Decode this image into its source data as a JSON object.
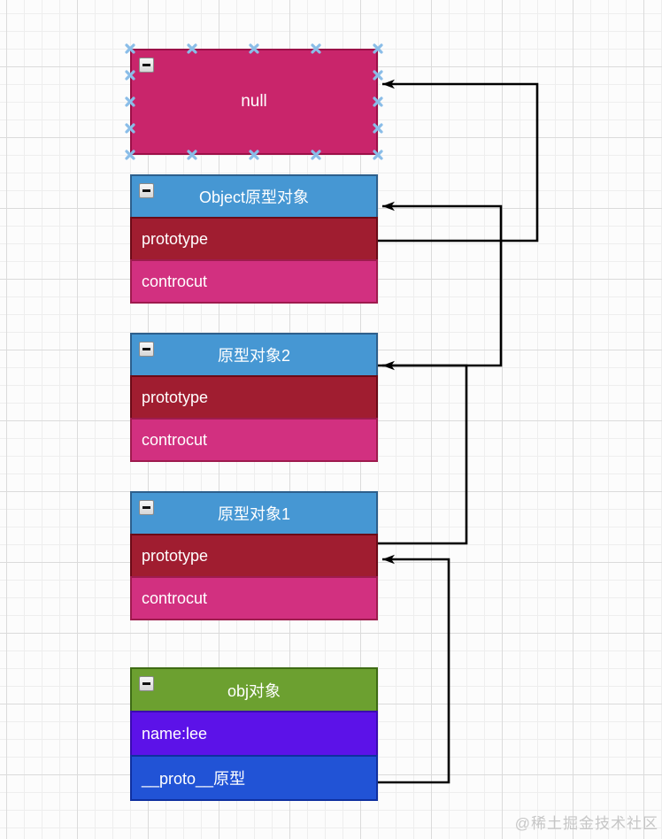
{
  "watermark": {
    "text": "@稀土掘金技术社区"
  },
  "nodes": {
    "null_box": {
      "title": "null"
    },
    "object_prototype": {
      "title": "Object原型对象",
      "rows": [
        "prototype",
        "controcut"
      ]
    },
    "prototype2": {
      "title": "原型对象2",
      "rows": [
        "prototype",
        "controcut"
      ]
    },
    "prototype1": {
      "title": "原型对象1",
      "rows": [
        "prototype",
        "controcut"
      ]
    },
    "obj": {
      "title": "obj对象",
      "rows": [
        "name:lee",
        "__proto__原型"
      ]
    }
  },
  "connectors": [
    {
      "from": "Object原型对象.prototype",
      "to": "null"
    },
    {
      "from": "原型对象2",
      "to": "Object原型对象"
    },
    {
      "from": "原型对象1",
      "to": "原型对象2"
    },
    {
      "from": "obj对象.__proto__原型",
      "to": "原型对象1.prototype"
    }
  ],
  "palette": {
    "null_fill": "#C9256B",
    "null_border": "#9C1048",
    "header_blue": "#4697D3",
    "header_green": "#6CA030",
    "row_darkred": "#A01D30",
    "row_pink": "#D23080",
    "row_purple": "#5C12E8",
    "row_blue": "#2153D6",
    "connector": "#000000",
    "selection_handle": "#8ABDE8",
    "grid_minor": "#EEEEEE",
    "grid_major": "#DBDBDB"
  },
  "icons": {
    "collapse": "minus"
  }
}
